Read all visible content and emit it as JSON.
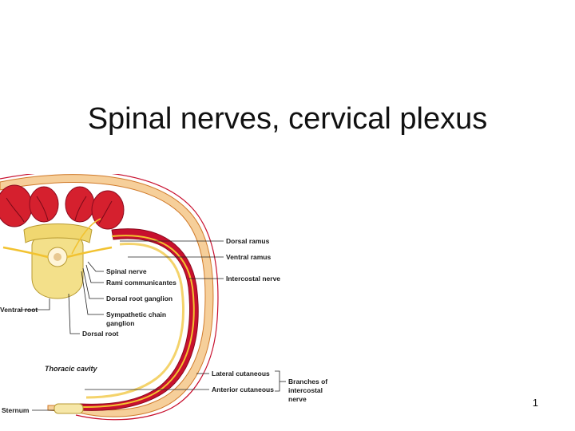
{
  "slide": {
    "title": "Spinal nerves, cervical plexus",
    "page_number": "1"
  },
  "figure": {
    "caption": "Thoracic cavity",
    "labels": {
      "dorsal_ramus": "Dorsal ramus",
      "ventral_ramus": "Ventral ramus",
      "intercostal_nerve": "Intercostal nerve",
      "spinal_nerve": "Spinal nerve",
      "rami_communicantes": "Rami communicantes",
      "dorsal_root_ganglion": "Dorsal root ganglion",
      "sympathetic_chain_line1": "Sympathetic chain",
      "sympathetic_chain_line2": "ganglion",
      "ventral_root": "Ventral root",
      "dorsal_root": "Dorsal root",
      "lateral_cutaneous": "Lateral cutaneous",
      "anterior_cutaneous": "Anterior cutaneous",
      "branches_line1": "Branches of",
      "branches_line2": "intercostal",
      "branches_line3": "nerve",
      "sternum": "Sternum"
    }
  }
}
